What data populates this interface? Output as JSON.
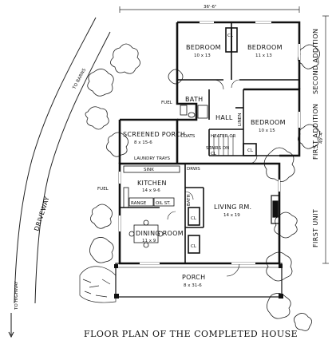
{
  "caption": "FLOOR PLAN OF THE COMPLETED HOUSE",
  "dimensions": {
    "top": "36'-6\"",
    "right": "49'-4\""
  },
  "side_labels": {
    "second_addition": "SECOND ADDITION",
    "first_addition": "FIRST ADDITION",
    "first_unit": "FIRST UNIT"
  },
  "roads": {
    "driveway": "DRIVEWAY",
    "to_barns": "TO BARNS",
    "to_highway": "TO HIGHWAY"
  },
  "rooms": {
    "bedroom_nw": {
      "name": "BEDROOM",
      "size": "10 x 13"
    },
    "bedroom_ne": {
      "name": "BEDROOM",
      "size": "11 x 13"
    },
    "bedroom_e": {
      "name": "BEDROOM",
      "size": "10 x 15"
    },
    "bath": {
      "name": "BATH"
    },
    "hall": {
      "name": "HALL"
    },
    "screened_porch": {
      "name": "SCREENED PORCH",
      "size": "8 x 15-6"
    },
    "kitchen": {
      "name": "KITCHEN",
      "size": "14 x 9-6"
    },
    "dining_room": {
      "name": "DINING ROOM",
      "size": "11 x 9"
    },
    "living_room": {
      "name": "LIVING RM.",
      "size": "14 x 19"
    },
    "porch": {
      "name": "PORCH",
      "size": "8 x 31-6"
    }
  },
  "fixtures": {
    "fuel_north": "FUEL",
    "fuel_west": "FUEL",
    "cl": "CL",
    "linen": "LINEN",
    "coats": "COATS",
    "heater": "HEATER OR",
    "stairs": "STAIRS DN",
    "laundry_trays": "LAUNDRY TRAYS",
    "sink": "SINK",
    "range": "RANGE",
    "oil_st": "OIL ST.",
    "drws": "DRWS",
    "bath_fixture": "BATH"
  }
}
